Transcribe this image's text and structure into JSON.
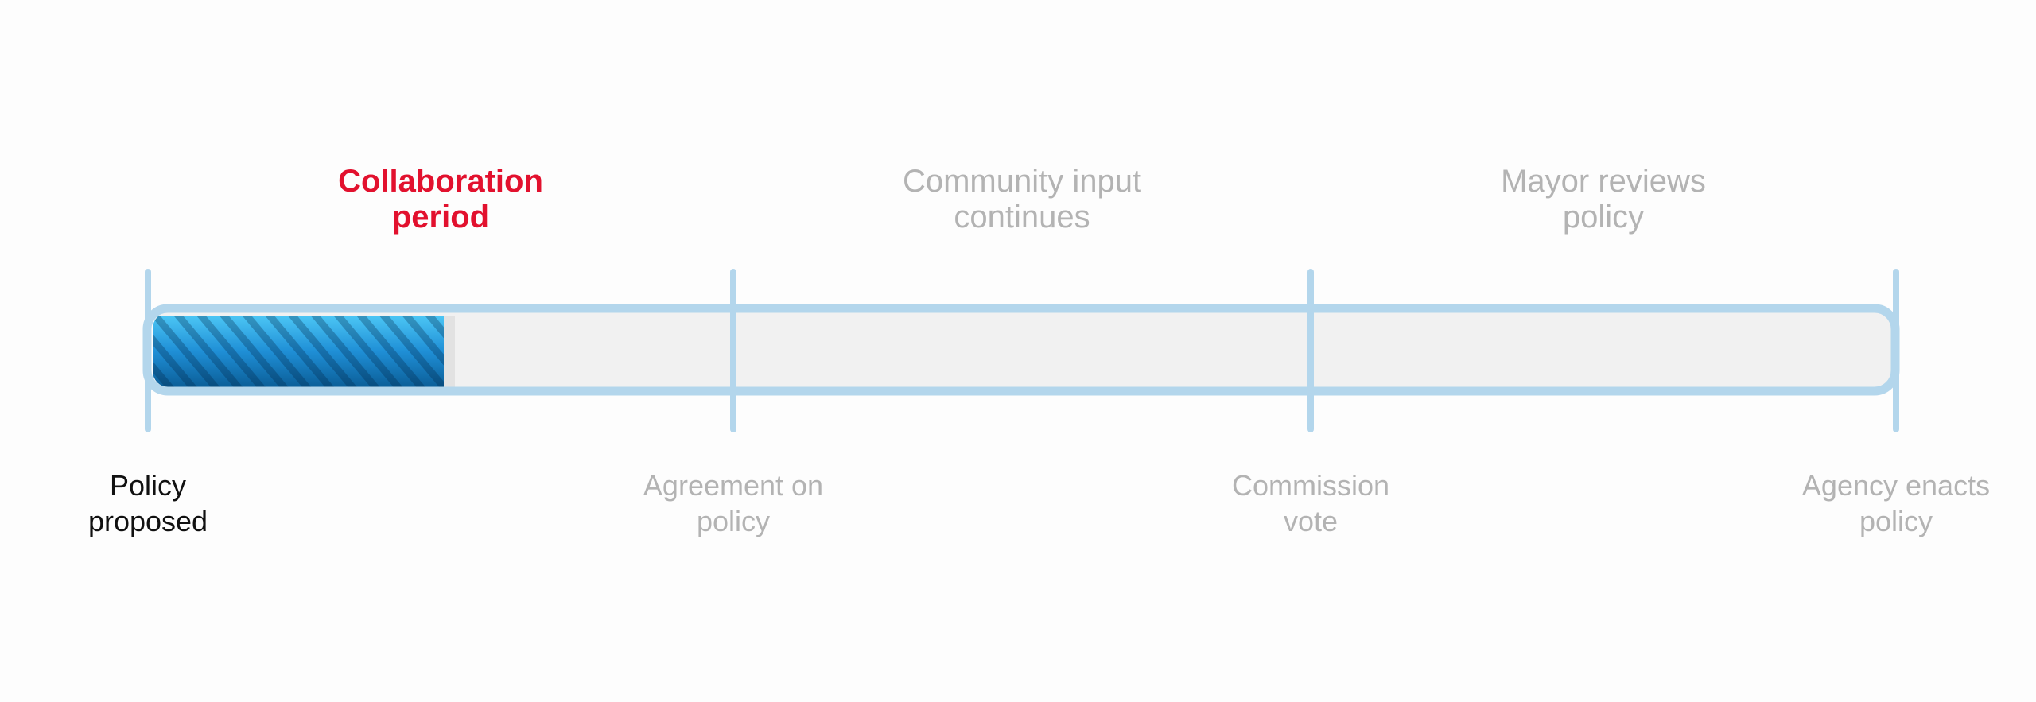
{
  "timeline": {
    "phases": [
      {
        "label": "Collaboration\nperiod",
        "state": "active"
      },
      {
        "label": "Community input\ncontinues",
        "state": "inactive"
      },
      {
        "label": "Mayor reviews\npolicy",
        "state": "inactive"
      }
    ],
    "milestones": [
      {
        "label": "Policy\nproposed",
        "state": "done"
      },
      {
        "label": "Agreement on\npolicy",
        "state": "pending"
      },
      {
        "label": "Commission\nvote",
        "state": "pending"
      },
      {
        "label": "Agency enacts\npolicy",
        "state": "pending"
      }
    ],
    "progress_fraction_of_first_phase": 0.5,
    "colors": {
      "active": "#e2112e",
      "inactive": "#b3b3b3",
      "done": "#111111",
      "track_border": "#b3d6ec",
      "track_fill": "#f1f1f1",
      "progress_light": "#3db5ee",
      "progress_dark": "#0b5e98"
    }
  }
}
